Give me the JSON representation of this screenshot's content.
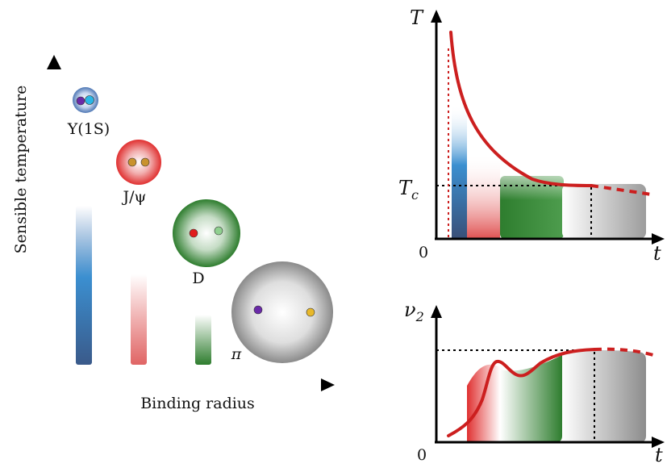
{
  "left_panel": {
    "y_axis_label": "Sensible temperature",
    "x_axis_label": "Binding radius",
    "particles": [
      {
        "name": "upsilon",
        "label": "Υ(1S)",
        "shell_color": "#4f78b5",
        "quark_colors": [
          "#6a2aa8",
          "#2ab6e6"
        ]
      },
      {
        "name": "jpsi",
        "label": "J/ψ",
        "shell_color": "#e03030",
        "quark_colors": [
          "#c9922d",
          "#c9922d"
        ]
      },
      {
        "name": "d-meson",
        "label": "D",
        "shell_color": "#2e7d2e",
        "quark_colors": [
          "#e01c1c",
          "#8fd08f"
        ]
      },
      {
        "name": "pion",
        "label": "π",
        "shell_color": "#8a8a8a",
        "quark_colors": [
          "#6a2aa8",
          "#e8b82a"
        ]
      }
    ],
    "bar_colors": [
      "#3b6fb0",
      "#e05a5a",
      "#2e7d2e"
    ]
  },
  "temperature_plot": {
    "y_label": "T",
    "ref_label": "T",
    "ref_subscript": "c",
    "origin_label": "0",
    "x_label": "t",
    "curve_color": "#cc1f1f"
  },
  "v2_plot": {
    "y_label": "ν",
    "y_subscript": "2",
    "origin_label": "0",
    "x_label": "t",
    "curve_color": "#cc1f1f"
  }
}
